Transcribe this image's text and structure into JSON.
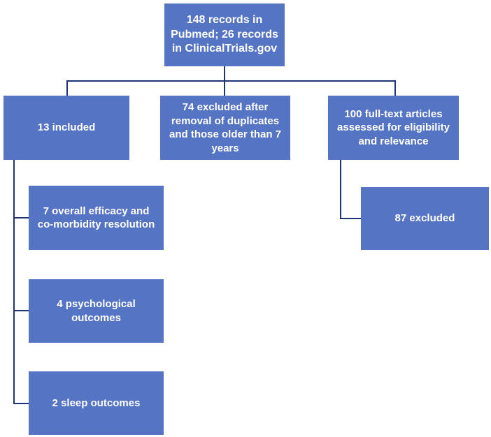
{
  "boxes": {
    "records": "148 records in Pubmed; 26 records in ClinicalTrials.gov",
    "included": "13 included",
    "excluded_duplicates": "74 excluded after removal of duplicates and those older than 7 years",
    "full_text": "100 full-text articles assessed for eligibility and relevance",
    "efficacy": "7 overall efficacy and co-morbidity resolution",
    "psychological": "4 psychological outcomes",
    "sleep": "2 sleep outcomes",
    "excluded_87": "87 excluded"
  },
  "colors": {
    "box_fill": "#5574c4",
    "connector": "#1f3473",
    "text": "#ffffff"
  }
}
